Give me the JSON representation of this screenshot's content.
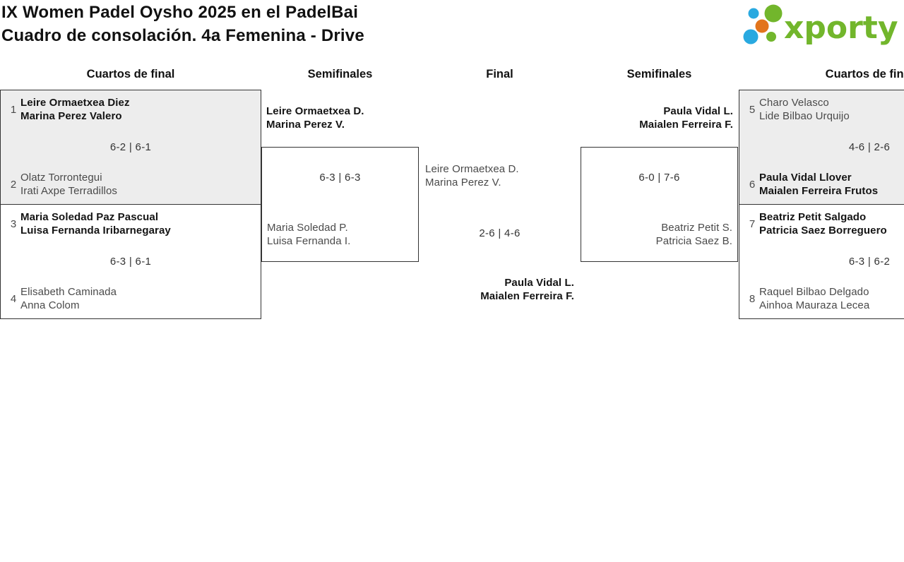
{
  "header": {
    "title_line1": "IX Women Padel Oysho 2025 en el PadelBai",
    "title_line2": "Cuadro de consolación. 4a Femenina - Drive",
    "logo_text": "xporty"
  },
  "colors": {
    "brand_green": "#72b62c",
    "brand_blue": "#29a9e0",
    "brand_orange": "#e2751d",
    "box_shade": "#ededed",
    "box_border": "#333333",
    "winner_text": "#141414",
    "loser_text": "#4a4a4a"
  },
  "rounds": {
    "qf_left": "Cuartos de final",
    "sf_left": "Semifinales",
    "final": "Final",
    "sf_right": "Semifinales",
    "qf_right": "Cuartos de final"
  },
  "bracket": {
    "quarterfinals": [
      {
        "seed_top": "1",
        "top": [
          "Leire Ormaetxea Diez",
          "Marina Perez Valero"
        ],
        "seed_bottom": "2",
        "bottom": [
          "Olatz Torrontegui",
          "Irati Axpe Terradillos"
        ],
        "score": "6-2 | 6-1",
        "winner": "top"
      },
      {
        "seed_top": "3",
        "top": [
          "Maria Soledad Paz Pascual",
          "Luisa Fernanda Iribarnegaray"
        ],
        "seed_bottom": "4",
        "bottom": [
          "Elisabeth Caminada",
          "Anna Colom"
        ],
        "score": "6-3 | 6-1",
        "winner": "top"
      },
      {
        "seed_top": "5",
        "top": [
          "Charo Velasco",
          "Lide Bilbao Urquijo"
        ],
        "seed_bottom": "6",
        "bottom": [
          "Paula Vidal Llover",
          "Maialen Ferreira Frutos"
        ],
        "score": "4-6 | 2-6",
        "winner": "bottom"
      },
      {
        "seed_top": "7",
        "top": [
          "Beatriz Petit Salgado",
          "Patricia Saez Borreguero"
        ],
        "seed_bottom": "8",
        "bottom": [
          "Raquel Bilbao Delgado",
          "Ainhoa Mauraza Lecea"
        ],
        "score": "6-3 | 6-2",
        "winner": "top"
      }
    ],
    "semifinal_left": {
      "winner": [
        "Leire Ormaetxea D.",
        "Marina Perez V."
      ],
      "score": "6-3 | 6-3",
      "loser": [
        "Maria Soledad P.",
        "Luisa Fernanda I."
      ]
    },
    "semifinal_right": {
      "winner": [
        "Paula Vidal L.",
        "Maialen Ferreira F."
      ],
      "score": "6-0 | 7-6",
      "loser": [
        "Beatriz Petit S.",
        "Patricia Saez B."
      ]
    },
    "final": {
      "top": [
        "Leire Ormaetxea D.",
        "Marina Perez V."
      ],
      "score": "2-6 | 4-6",
      "winner": [
        "Paula Vidal L.",
        "Maialen Ferreira F."
      ]
    }
  }
}
